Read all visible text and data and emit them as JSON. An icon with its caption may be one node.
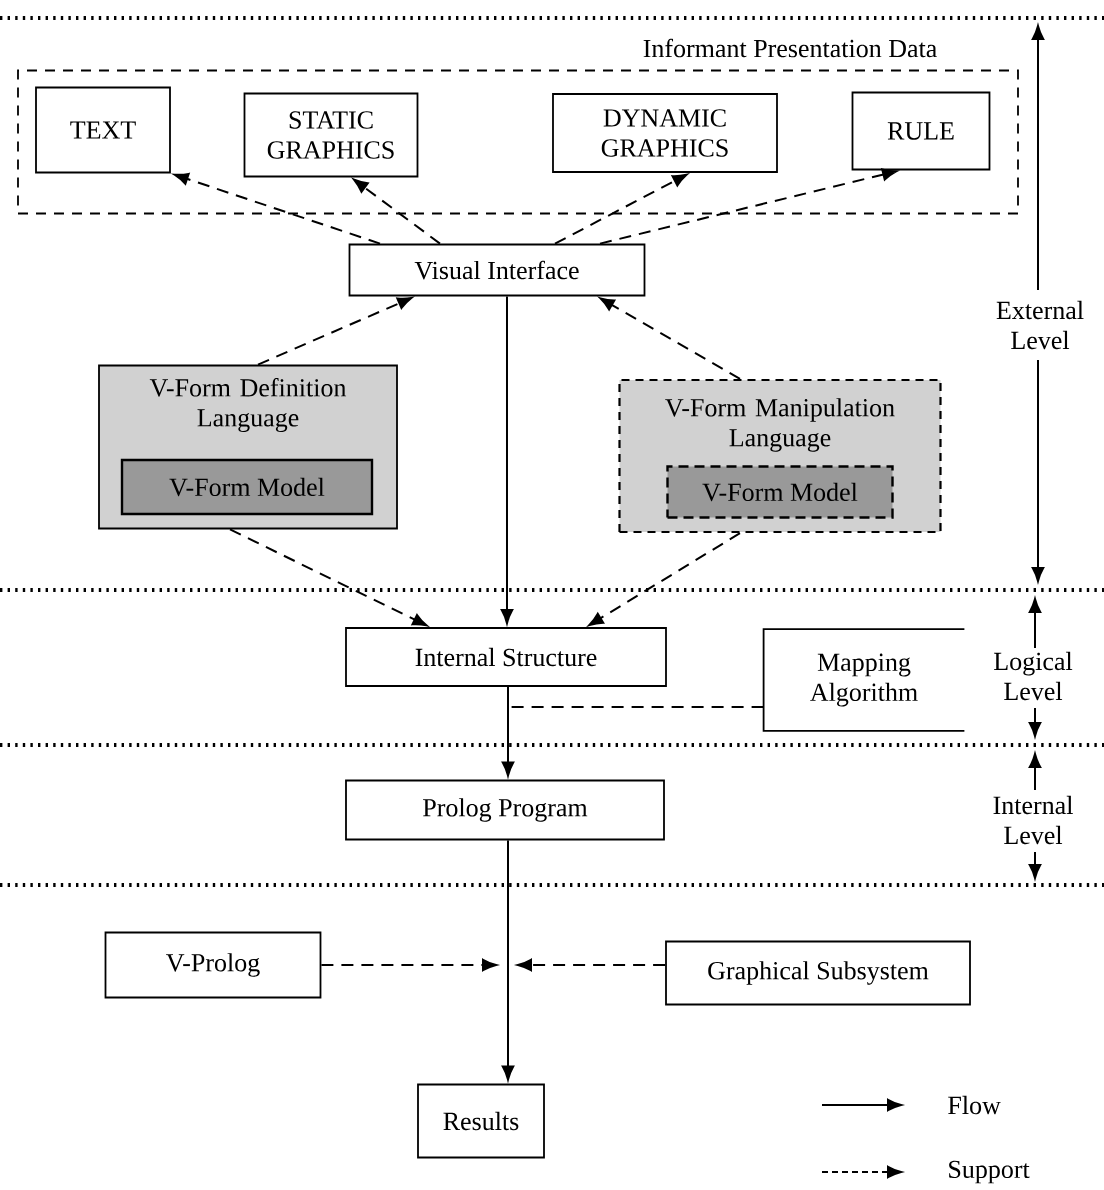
{
  "diagram": {
    "nodes": [
      {
        "text": [
          "Informant Presentation Data"
        ]
      },
      {
        "text": [
          "TEXT"
        ],
        "in": 0
      },
      {
        "text": [
          "STATIC GRAPHICS"
        ],
        "in": 0
      },
      {
        "text": [
          "DYNAMIC GRAPHICS"
        ],
        "in": 0
      },
      {
        "text": [
          "RULE"
        ],
        "in": 0
      },
      {
        "text": [
          "Visual Interface"
        ]
      },
      {
        "text": [
          "V-Form Definition Language"
        ]
      },
      {
        "text": [
          "V-Form Model"
        ],
        "in": 6
      },
      {
        "text": [
          "V-Form Manipulation Language"
        ]
      },
      {
        "text": [
          "V-Form Model"
        ],
        "in": 8
      },
      {
        "text": [
          "Internal Structure"
        ]
      },
      {
        "text": [
          "Mapping Algorithm"
        ]
      },
      {
        "text": [
          "Prolog Program"
        ]
      },
      {
        "text": [
          "V-Prolog"
        ]
      },
      {
        "text": [
          "Graphical Subsystem"
        ]
      },
      {
        "text": [
          "Results"
        ]
      }
    ],
    "edges": [
      {
        "from": 5,
        "to": 1,
        "arrow": "to",
        "style": "dashed"
      },
      {
        "from": 5,
        "to": 2,
        "arrow": "to",
        "style": "dashed"
      },
      {
        "from": 5,
        "to": 3,
        "arrow": "to",
        "style": "dashed"
      },
      {
        "from": 5,
        "to": 4,
        "arrow": "to",
        "style": "dashed"
      },
      {
        "from": 6,
        "to": 5,
        "arrow": "to",
        "style": "dashed"
      },
      {
        "from": 8,
        "to": 5,
        "arrow": "to",
        "style": "dashed"
      },
      {
        "from": 5,
        "to": 10,
        "arrow": "to"
      },
      {
        "from": 6,
        "to": 10,
        "arrow": "to",
        "style": "dashed"
      },
      {
        "from": 8,
        "to": 10,
        "arrow": "to",
        "style": "dashed"
      },
      {
        "from": 10,
        "to": 12,
        "arrow": "to"
      },
      {
        "from": 12,
        "to": 15,
        "arrow": "to"
      },
      {
        "from": 13,
        "to": null,
        "arrow": "to",
        "style": "dashed"
      },
      {
        "from": 14,
        "to": null,
        "arrow": "to",
        "style": "dashed"
      },
      {
        "from": 11,
        "to": null,
        "arrow": "none",
        "style": "dashed"
      }
    ],
    "labels": [
      "External Level",
      "Logical Level",
      "Internal Level"
    ],
    "legend": [
      {
        "text": "Flow"
      },
      {
        "text": "Support"
      }
    ]
  }
}
